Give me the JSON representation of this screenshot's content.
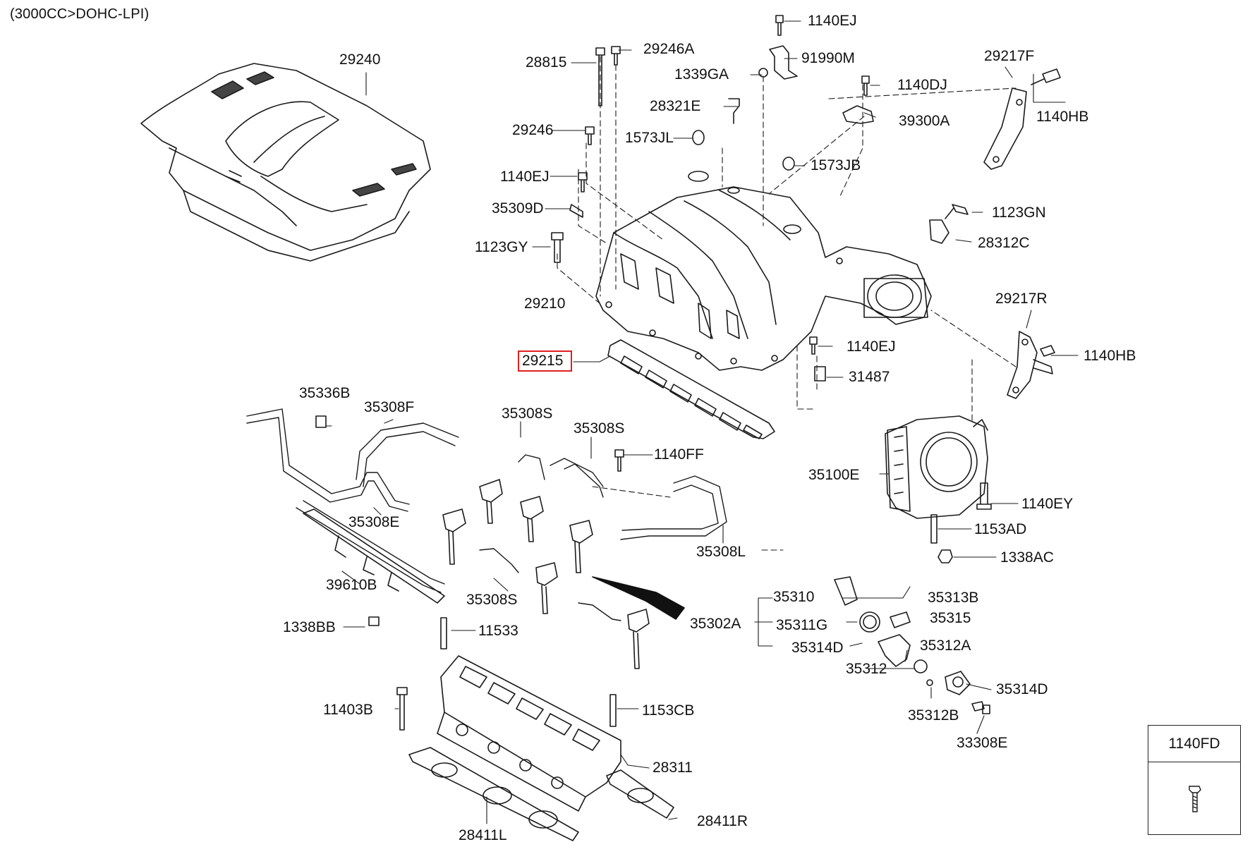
{
  "title": "(3000CC>DOHC-LPI)",
  "highlighted_part": "29215",
  "legend": {
    "label": "1140FD"
  },
  "parts": [
    "29240",
    "28815",
    "29246A",
    "1140EJ",
    "91990M",
    "1339GA",
    "28321E",
    "1140DJ",
    "29217F",
    "1140HB",
    "29246",
    "1573JL",
    "39300A",
    "1573JB",
    "1140EJ",
    "35309D",
    "1123GN",
    "28312C",
    "1123GY",
    "29210",
    "29217R",
    "1140HB",
    "1140EJ",
    "29215",
    "31487",
    "35336B",
    "35308F",
    "35308S",
    "35308S",
    "1140FF",
    "35100E",
    "1140EY",
    "35308E",
    "1153AD",
    "35308L",
    "39610B",
    "1338AC",
    "35308S",
    "35310",
    "35313B",
    "35302A",
    "35311G",
    "35315",
    "1338BB",
    "11533",
    "35314D",
    "35312A",
    "35312",
    "35314D",
    "35312B",
    "11403B",
    "1153CB",
    "33308E",
    "28311",
    "28411R",
    "28411L"
  ]
}
